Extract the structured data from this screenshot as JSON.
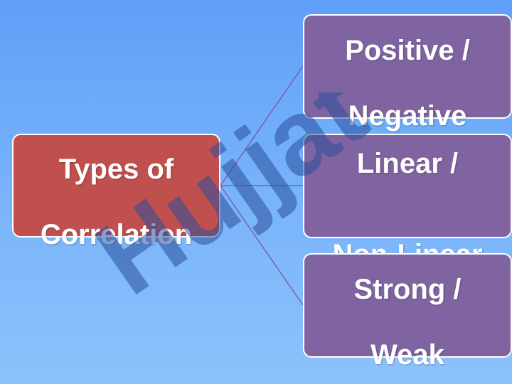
{
  "root": {
    "lines": [
      "Types of",
      "Correlation"
    ]
  },
  "children": [
    {
      "lines": [
        "Positive /",
        "Negative"
      ]
    },
    {
      "lines": [
        "Linear /",
        "Non-Linear"
      ]
    },
    {
      "lines": [
        "Strong /",
        "Weak"
      ]
    }
  ],
  "watermark": {
    "text": "Hujjat",
    "color": "#2a4f9a"
  },
  "colors": {
    "root_fill": "#c0504d",
    "child_fill": "#8064a2",
    "border": "#ffffff",
    "connector": "#7e61a0"
  }
}
